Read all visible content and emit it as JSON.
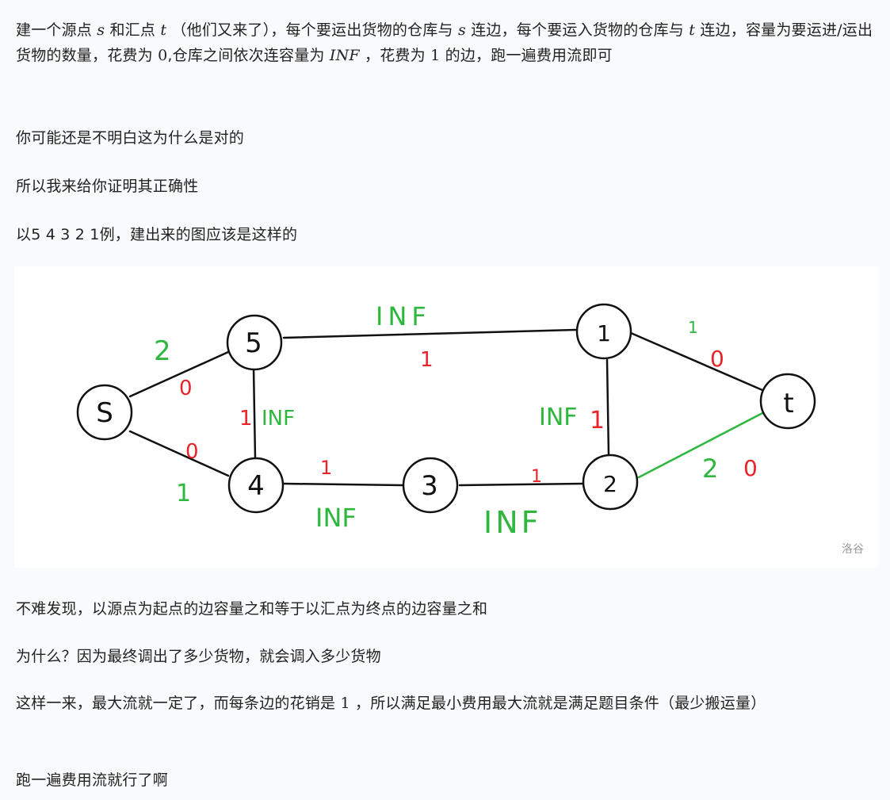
{
  "paragraphs": {
    "p1": {
      "a": "建一个源点",
      "s1": "s",
      "b": "和汇点",
      "t1": "t",
      "c": "（他们又来了），每个要运出货物的仓库与",
      "s2": "s",
      "d": "连边，每个要运入货物的仓库与",
      "t2": "t",
      "e": "连边，容量为要运进/运出货物的数量，花费为",
      "zero": "0",
      "f": ",仓库之间依次连容量为",
      "inf": "INF",
      "g": "，花费为",
      "one": "1",
      "h": "的边，跑一遍费用流即可"
    },
    "p2": "你可能还是不明白这为什么是对的",
    "p3": "所以我来给你证明其正确性",
    "p4": "以5 4 3 2 1例，建出来的图应该是这样的",
    "p5": "不难发现，以源点为起点的边容量之和等于以汇点为终点的边容量之和",
    "p6": "为什么？因为最终调出了多少货物，就会调入多少货物",
    "p7": {
      "a": "这样一来，最大流就一定了，而每条边的花销是",
      "one": "1",
      "b": "，所以满足最小费用最大流就是满足题目条件（最少搬运量）"
    },
    "p8": "跑一遍费用流就行了啊"
  },
  "figure": {
    "watermark": "洛谷",
    "nodes": [
      {
        "id": "S",
        "label": "S"
      },
      {
        "id": "n5",
        "label": "5"
      },
      {
        "id": "n4",
        "label": "4"
      },
      {
        "id": "n3",
        "label": "3"
      },
      {
        "id": "n2",
        "label": "2"
      },
      {
        "id": "n1",
        "label": "1"
      },
      {
        "id": "T",
        "label": "t"
      }
    ],
    "edge_labels": {
      "s5_cap": "2",
      "s5_cost": "0",
      "s4_cap": "1",
      "s4_cost": "0",
      "e51_cap": "INF",
      "e51_cost": "1",
      "e54_cost": "1",
      "e54_cap": "INF",
      "e12_cap": "INF",
      "e12_cost": "1",
      "e43_cost": "1",
      "e43_cap": "INF",
      "e32_cost": "1",
      "e32_cap": "INF",
      "e1t_cap": "1",
      "e1t_cost": "0",
      "e2t_cap": "2",
      "e2t_cost": "0"
    },
    "colors": {
      "edge": "#111111",
      "capacity": "#2db83d",
      "cost": "#e8232a",
      "highlight_edge": "#2db83d"
    }
  }
}
